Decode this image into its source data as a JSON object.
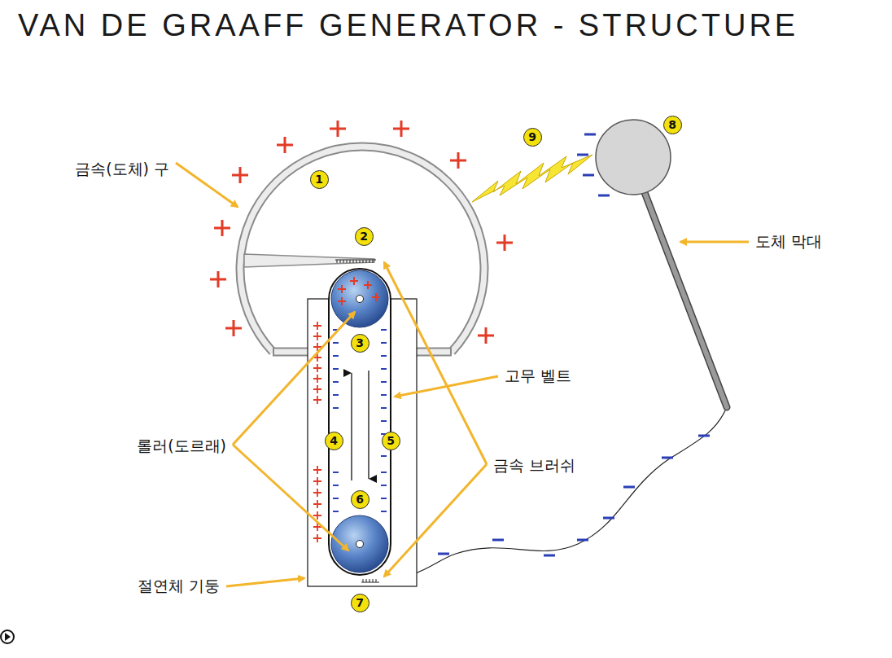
{
  "diagram": {
    "title": "VAN DE GRAAFF GENERATOR - STRUCTURE",
    "nodes": [
      {
        "text": [
          "1"
        ]
      },
      {
        "text": [
          "2"
        ]
      },
      {
        "text": [
          "3"
        ]
      },
      {
        "text": [
          "4"
        ]
      },
      {
        "text": [
          "5"
        ]
      },
      {
        "text": [
          "6"
        ]
      },
      {
        "text": [
          "7"
        ]
      },
      {
        "text": [
          "8"
        ]
      },
      {
        "text": [
          "9"
        ]
      }
    ],
    "labels": [
      "금속(도체) 구",
      "도체 막대",
      "고무 벨트",
      "롤러(도르래)",
      "금속 브러쉬",
      "절연체 기둥"
    ]
  }
}
